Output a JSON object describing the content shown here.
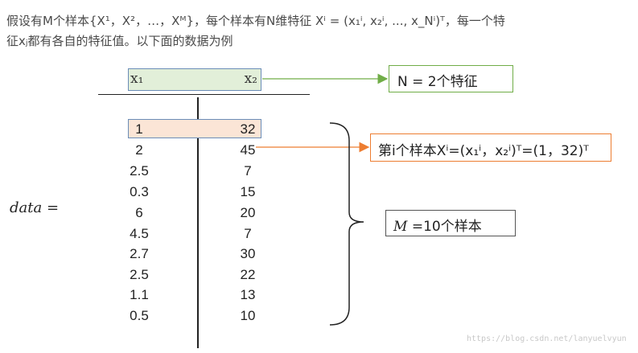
{
  "intro": {
    "line1": "假设有M个样本{X¹，X²，…，Xᴹ}，每个样本有N维特征 Xⁱ = (x₁ⁱ, x₂ⁱ, ..., x_Nⁱ)ᵀ，每一个特",
    "line2": "征xⱼ都有各自的特征值。以下面的数据为例"
  },
  "table": {
    "header": {
      "x1": "x₁",
      "x2": "x₂"
    },
    "rows": [
      {
        "x1": "1",
        "x2": "32"
      },
      {
        "x1": "2",
        "x2": "45"
      },
      {
        "x1": "2.5",
        "x2": "7"
      },
      {
        "x1": "0.3",
        "x2": "15"
      },
      {
        "x1": "6",
        "x2": "20"
      },
      {
        "x1": "4.5",
        "x2": "7"
      },
      {
        "x1": "2.7",
        "x2": "30"
      },
      {
        "x1": "2.5",
        "x2": "22"
      },
      {
        "x1": "1.1",
        "x2": "13"
      },
      {
        "x1": "0.5",
        "x2": "10"
      }
    ]
  },
  "data_label": "data =",
  "annotations": {
    "features": "N = 2个特征",
    "sample": "第i个样本Xⁱ=(x₁ⁱ，x₂ⁱ)ᵀ=(1，32)ᵀ",
    "samples_var": "M",
    "samples_rest": " =10个样本"
  },
  "watermark": "https://blog.csdn.net/lanyuelvyun",
  "colors": {
    "header_fill": "#e2efd9",
    "row_fill": "#fbe5d6",
    "green_arrow": "#70ad47",
    "orange_arrow": "#ed7d31",
    "box_border": "#6b8db8"
  }
}
